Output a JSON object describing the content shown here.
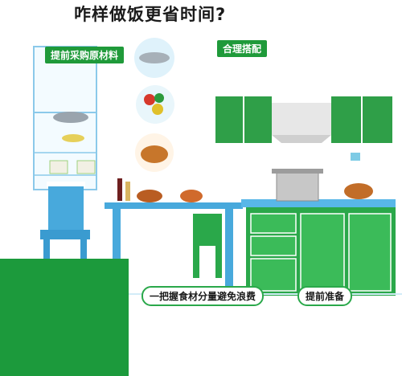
{
  "headline": "咋样做饭更省时间?",
  "sections": {
    "left_label": "提前采购原材料",
    "top_right_label": "合理搭配",
    "bottom_center_label": "一把握食材分量避免浪费",
    "bottom_right_label": "提前准备"
  },
  "colors": {
    "accent_green": "#1f9a3a",
    "panel_green": "#1c9a3c",
    "cabinet_green": "#2f9f48",
    "counter_blue": "#58b7e8",
    "table_blue": "#48a9dc"
  }
}
